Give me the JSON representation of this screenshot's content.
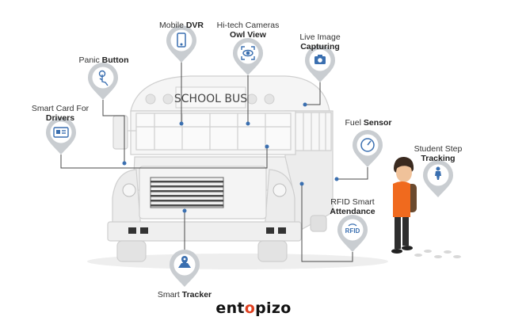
{
  "bus_sign": "SCHOOL BUS",
  "labels": {
    "mobile_dvr": {
      "line1": "Mobile ",
      "bold": "DVR"
    },
    "cameras": {
      "line1": "Hi-tech Cameras",
      "bold": "Owl View"
    },
    "live_image": {
      "line1": "Live Image",
      "bold": "Capturing"
    },
    "panic": {
      "line1": "Panic ",
      "bold": "Button"
    },
    "smart_card": {
      "line1": "Smart Card For",
      "bold": "Drivers"
    },
    "fuel": {
      "line1": "Fuel ",
      "bold": "Sensor"
    },
    "student_step": {
      "line1": "Student Step",
      "bold": "Tracking"
    },
    "rfid": {
      "line1": "RFID Smart",
      "bold": "Attendance"
    },
    "tracker": {
      "line1": "Smart ",
      "bold": "Tracker"
    }
  },
  "rfid_icon_text": "RFID",
  "brand": {
    "part1": "ent",
    "accent": "o",
    "part2": "pizo"
  },
  "colors": {
    "pin": "#c9cdd1",
    "icon": "#3a6fb0",
    "line": "#4a4a4a",
    "accent": "#e04020",
    "boy_shirt": "#f06a1e"
  },
  "icons": [
    "mobile-dvr-icon",
    "camera-icon",
    "live-image-icon",
    "panic-button-icon",
    "smart-card-icon",
    "fuel-sensor-icon",
    "student-step-icon",
    "rfid-icon",
    "tracker-icon"
  ]
}
